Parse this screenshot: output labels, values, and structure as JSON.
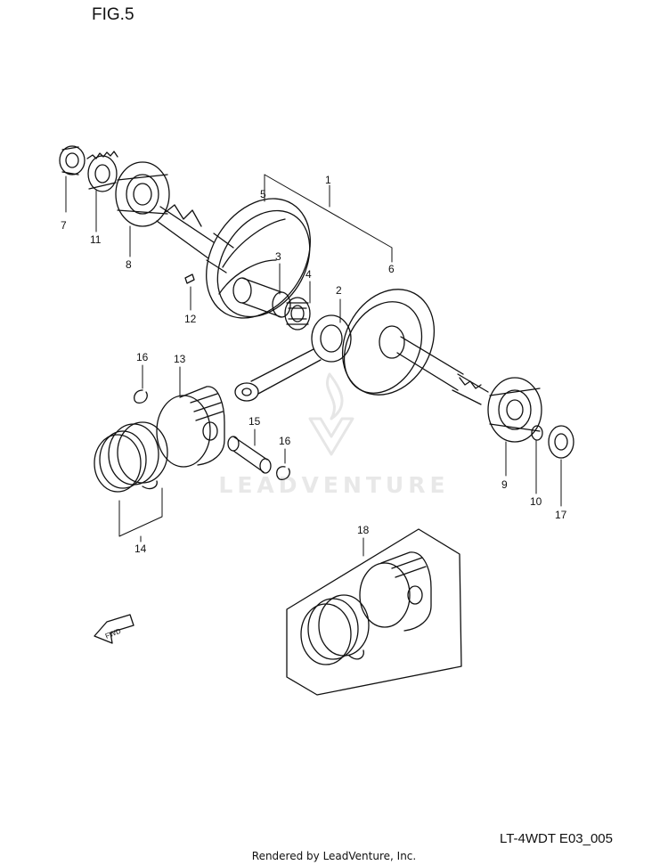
{
  "figure": {
    "title": "FIG.5",
    "diagram_code": "LT-4WDT E03_005"
  },
  "footer": {
    "credit": "Rendered by LeadVenture, Inc."
  },
  "watermark": {
    "brand": "LEADVENTURE"
  },
  "callouts": [
    {
      "id": "1",
      "label": "1"
    },
    {
      "id": "2",
      "label": "2"
    },
    {
      "id": "3",
      "label": "3"
    },
    {
      "id": "4",
      "label": "4"
    },
    {
      "id": "5",
      "label": "5"
    },
    {
      "id": "6",
      "label": "6"
    },
    {
      "id": "7",
      "label": "7"
    },
    {
      "id": "8",
      "label": "8"
    },
    {
      "id": "9",
      "label": "9"
    },
    {
      "id": "10",
      "label": "10"
    },
    {
      "id": "11",
      "label": "11"
    },
    {
      "id": "12",
      "label": "12"
    },
    {
      "id": "13",
      "label": "13"
    },
    {
      "id": "14",
      "label": "14"
    },
    {
      "id": "15",
      "label": "15"
    },
    {
      "id": "16a",
      "label": "16"
    },
    {
      "id": "16b",
      "label": "16"
    },
    {
      "id": "17",
      "label": "17"
    },
    {
      "id": "18",
      "label": "18"
    }
  ],
  "direction_marker": {
    "label": "FWD",
    "icon": "fwd-arrow-icon"
  },
  "colors": {
    "line": "#111111",
    "watermark": "#e6e6e6",
    "background": "#ffffff"
  }
}
